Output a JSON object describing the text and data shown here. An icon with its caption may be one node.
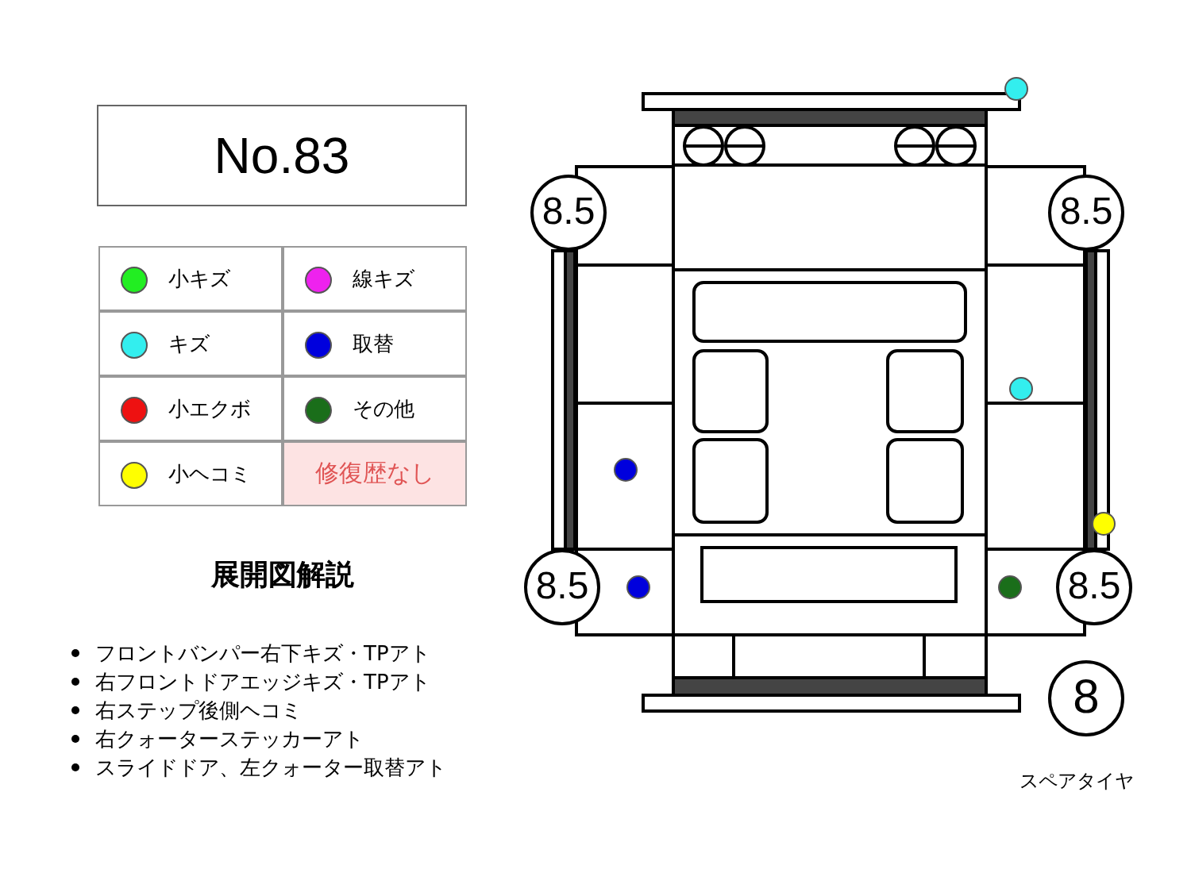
{
  "diagram": {
    "nodes": [
      {
        "text": [
          "No.83"
        ]
      },
      {
        "text": [
          "8.5"
        ]
      },
      {
        "text": [
          "8.5"
        ]
      },
      {
        "text": [
          "8.5"
        ]
      },
      {
        "text": [
          "8.5"
        ]
      },
      {
        "text": [
          "8"
        ],
        "beside": [
          "スペアタイヤ"
        ]
      }
    ],
    "labels": [
      "修復歴なし",
      "展開図解説",
      "フロントバンパー右下キズ・TPアト",
      "右フロントドアエッジキズ・TPアト",
      "右ステップ後側ヘコミ",
      "右クォーターステッカーアト",
      "スライドドア、左クォーター取替アト"
    ],
    "legend": [
      {
        "text": "小キズ",
        "color": "#22ee22"
      },
      {
        "text": "線キズ",
        "color": "#ee22ee"
      },
      {
        "text": "キズ",
        "color": "#33eeee"
      },
      {
        "text": "取替",
        "color": "#0000dd"
      },
      {
        "text": "小エクボ",
        "color": "#ee1111"
      },
      {
        "text": "その他",
        "color": "#1a6e1a"
      },
      {
        "text": "小ヘコミ",
        "color": "#ffff00"
      }
    ]
  }
}
